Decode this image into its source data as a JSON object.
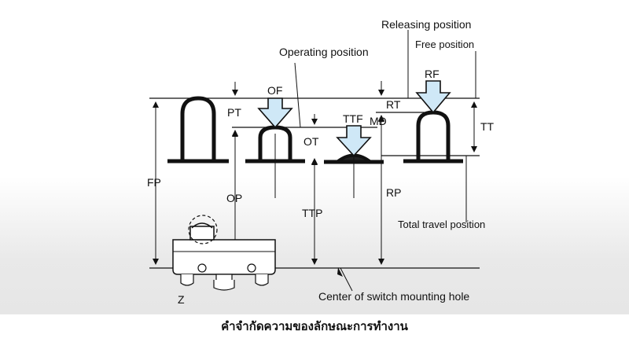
{
  "labels": {
    "releasing_position": "Releasing position",
    "free_position": "Free position",
    "operating_position": "Operating position",
    "of": "OF",
    "rf": "RF",
    "pt": "PT",
    "rt": "RT",
    "md": "MD",
    "ttf": "TTF",
    "ot": "OT",
    "tt": "TT",
    "fp": "FP",
    "op": "OP",
    "ttp": "TTP",
    "rp": "RP",
    "total_travel_position": "Total travel position",
    "z": "Z",
    "center_of_hole": "Center of switch mounting hole"
  },
  "caption": "คำจำกัดความของลักษณะการทำงาน",
  "colors": {
    "arrow_fill": "#cfe8f7",
    "line": "#111111"
  }
}
